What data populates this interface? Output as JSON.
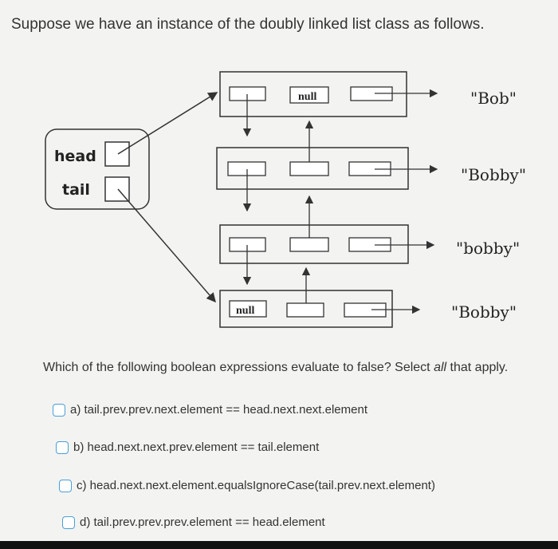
{
  "intro": "Suppose we have an instance of the doubly linked list class as follows.",
  "diagram": {
    "head_label": "head",
    "tail_label": "tail",
    "null_label": "null",
    "nodes": [
      {
        "value": "\"Bob\""
      },
      {
        "value": "\"Bobby\""
      },
      {
        "value": "\"bobby\""
      },
      {
        "value": "\"Bobby\""
      }
    ]
  },
  "question": {
    "text_before": "Which of the following boolean expressions evaluate to false? Select ",
    "emphasis": "all",
    "text_after": " that apply."
  },
  "options": [
    {
      "label": "a) tail.prev.prev.next.element == head.next.next.element"
    },
    {
      "label": "b) head.next.next.prev.element == tail.element"
    },
    {
      "label": "c) head.next.next.element.equalsIgnoreCase(tail.prev.next.element)"
    },
    {
      "label": "d) tail.prev.prev.prev.element == head.element"
    }
  ]
}
